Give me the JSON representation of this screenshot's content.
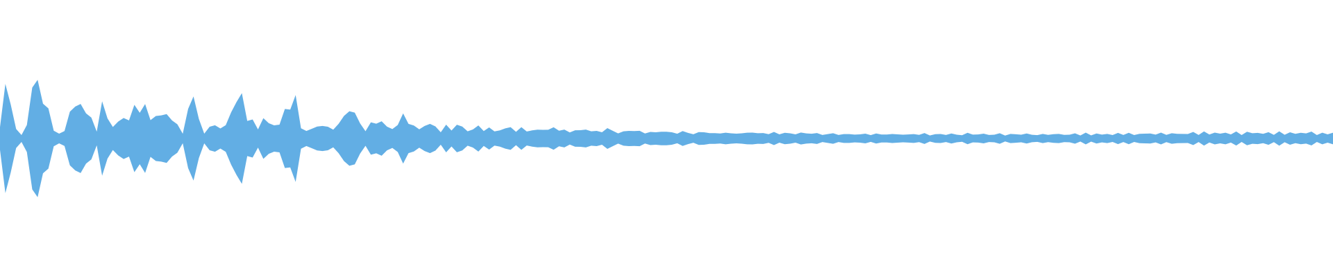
{
  "waveform": {
    "color": "#62aee4",
    "background": "#ffffff",
    "amplitude_envelope": [
      0.12,
      0.55,
      0.43,
      0.08,
      0.05,
      0.12,
      0.58,
      0.62,
      0.38,
      0.28,
      0.11,
      0.04,
      0.1,
      0.26,
      0.34,
      0.36,
      0.3,
      0.18,
      0.1,
      0.32,
      0.24,
      0.12,
      0.18,
      0.2,
      0.24,
      0.28,
      0.36,
      0.32,
      0.2,
      0.24,
      0.26,
      0.22,
      0.26,
      0.12,
      0.06,
      0.3,
      0.44,
      0.2,
      0.06,
      0.1,
      0.19,
      0.09,
      0.15,
      0.28,
      0.39,
      0.43,
      0.24,
      0.16,
      0.12,
      0.2,
      0.16,
      0.14,
      0.16,
      0.26,
      0.41,
      0.38,
      0.12,
      0.08,
      0.1,
      0.12,
      0.16,
      0.1,
      0.12,
      0.14,
      0.24,
      0.3,
      0.28,
      0.14,
      0.1,
      0.14,
      0.18,
      0.18,
      0.12,
      0.1,
      0.16,
      0.22,
      0.2,
      0.12,
      0.1,
      0.14,
      0.15,
      0.12,
      0.08,
      0.12,
      0.1,
      0.14,
      0.12,
      0.08,
      0.1,
      0.12,
      0.1,
      0.1,
      0.08,
      0.09,
      0.1,
      0.12,
      0.08,
      0.1,
      0.09,
      0.08,
      0.09,
      0.1,
      0.09,
      0.11,
      0.1,
      0.08,
      0.07,
      0.09,
      0.08,
      0.1,
      0.08,
      0.07,
      0.08,
      0.1,
      0.08,
      0.06,
      0.07,
      0.08,
      0.09,
      0.07,
      0.06,
      0.07,
      0.06,
      0.08,
      0.07,
      0.06,
      0.06,
      0.07,
      0.06,
      0.05,
      0.06,
      0.07,
      0.06,
      0.05,
      0.06,
      0.06,
      0.05,
      0.06,
      0.05,
      0.06,
      0.07,
      0.05,
      0.06,
      0.05,
      0.06,
      0.05,
      0.06,
      0.05,
      0.05,
      0.06,
      0.05,
      0.06,
      0.05,
      0.04,
      0.05,
      0.05,
      0.04,
      0.05,
      0.04,
      0.05,
      0.04,
      0.05,
      0.04,
      0.05,
      0.04,
      0.05,
      0.04,
      0.05,
      0.04,
      0.04,
      0.05,
      0.04,
      0.05,
      0.04,
      0.04,
      0.05,
      0.04,
      0.05,
      0.04,
      0.04,
      0.05,
      0.05,
      0.04,
      0.05,
      0.04,
      0.04,
      0.05,
      0.04,
      0.04,
      0.05,
      0.04,
      0.05,
      0.04,
      0.04,
      0.04,
      0.05,
      0.04,
      0.05,
      0.04,
      0.04,
      0.05,
      0.04,
      0.05,
      0.04,
      0.05,
      0.04,
      0.05,
      0.04,
      0.05,
      0.05,
      0.05,
      0.04,
      0.05,
      0.05,
      0.05,
      0.05,
      0.05,
      0.05,
      0.05,
      0.05,
      0.05,
      0.05,
      0.06,
      0.05,
      0.06,
      0.05,
      0.06,
      0.05,
      0.06,
      0.05,
      0.06,
      0.05,
      0.06,
      0.06,
      0.06,
      0.05,
      0.06,
      0.05,
      0.06,
      0.05,
      0.06,
      0.05,
      0.06,
      0.06,
      0.06,
      0.05,
      0.05,
      0.05,
      0.06
    ]
  }
}
